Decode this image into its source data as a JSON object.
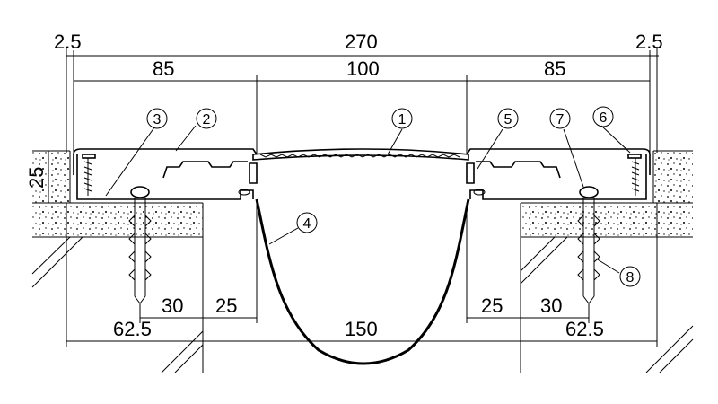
{
  "dimensions": {
    "edge_left": "2.5",
    "total": "270",
    "edge_right": "2.5",
    "cover_left": "85",
    "cover_center": "100",
    "cover_right": "85",
    "height": "25",
    "anchor_left": "30",
    "gap_left": "25",
    "opening": "150",
    "gap_right": "25",
    "anchor_right": "30",
    "base_left": "62.5",
    "base_right": "62.5"
  },
  "callouts": [
    "1",
    "2",
    "3",
    "4",
    "5",
    "6",
    "7",
    "8"
  ]
}
